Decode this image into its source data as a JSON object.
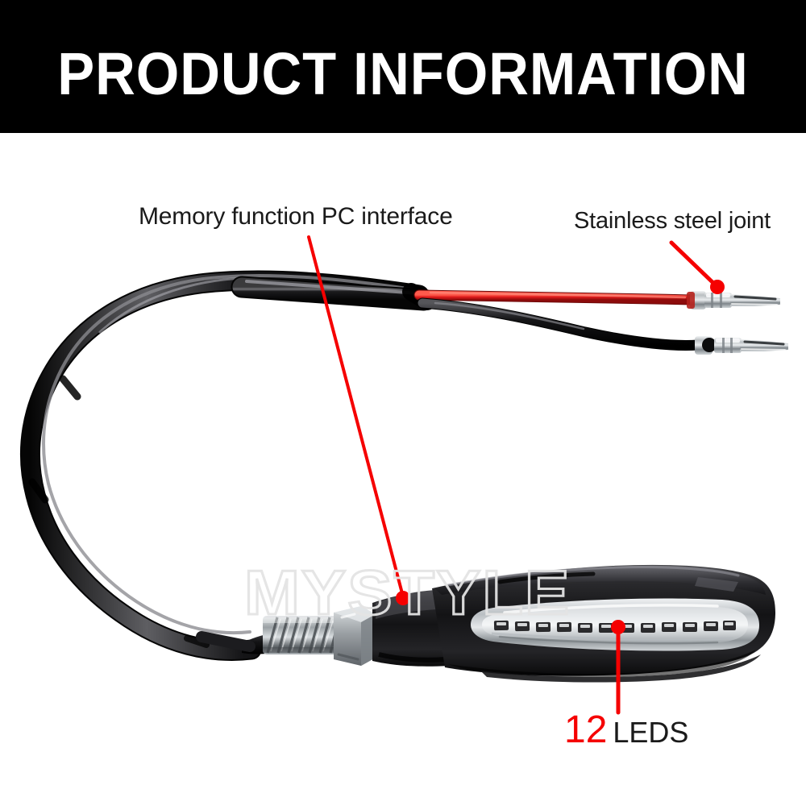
{
  "header": {
    "title": "PRODUCT INFORMATION",
    "background_color": "#000000",
    "text_color": "#ffffff"
  },
  "callouts": [
    {
      "id": "memory-function",
      "label": "Memory function PC interface",
      "leader_color": "#f50000",
      "points_to": "pc-interface-module"
    },
    {
      "id": "stainless-steel-joint",
      "label": "Stainless steel joint",
      "leader_color": "#f50000",
      "points_to": "bullet-connector-red"
    },
    {
      "id": "led-count",
      "count": "12",
      "label": "LEDS",
      "count_color": "#f50000",
      "label_color": "#1a1a1a",
      "leader_color": "#f50000",
      "points_to": "led-light-strip"
    }
  ],
  "product": {
    "name": "Motorcycle LED Turn Signal Indicator",
    "watermark": "MYSTYLE",
    "watermark_color": "#e4e4e4",
    "wires": {
      "sheath_color": "#0d0d0d",
      "positive_wire_color": "#e01b1b",
      "negative_wire_color": "#121212"
    },
    "hardware": {
      "thread_stem_color": "#9aa0a4",
      "hex_nut_color": "#8f9497",
      "connector_color": "#c9cdd0"
    },
    "housing_color": "#1b1b1d",
    "lens_color": "#d7dadd",
    "led_chip_count": 12
  },
  "background": {
    "page_color": "#ffffff"
  }
}
